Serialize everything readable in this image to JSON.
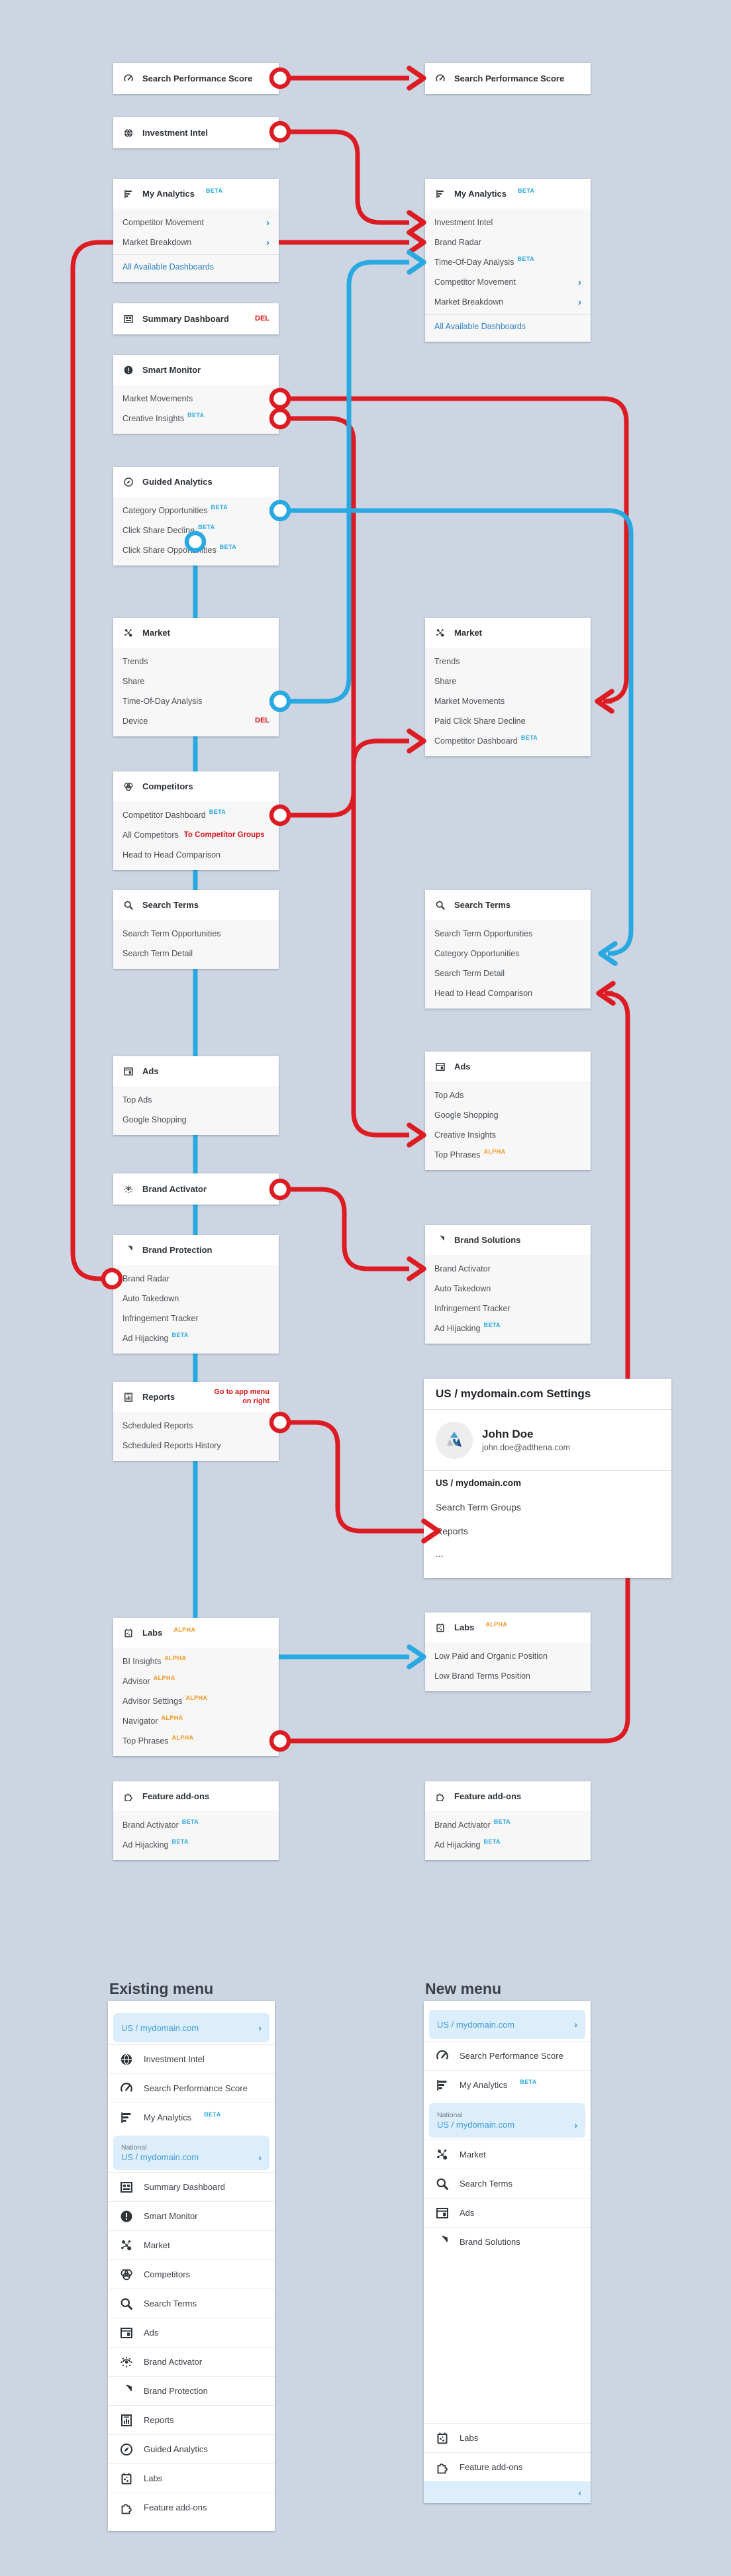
{
  "palette": {
    "background": "#ccd5e1",
    "red": "#dc1c22",
    "blue": "#29a9e1",
    "beta": "#29a9e1",
    "alpha": "#f7941e",
    "link": "#2d7fc1",
    "pill_bg": "#dceefb",
    "pill_text": "#3f9cd6"
  },
  "diagram": {
    "left_boxes": [
      {
        "id": "l-sps",
        "icon": "gauge-icon",
        "title": "Search Performance Score",
        "items": []
      },
      {
        "id": "l-invest",
        "icon": "globe-icon",
        "title": "Investment Intel",
        "items": []
      },
      {
        "id": "l-myanalytics",
        "icon": "bar-chart-icon",
        "title": "My Analytics",
        "title_badge": "BETA",
        "items": [
          {
            "label": "Competitor Movement",
            "chevron": "›"
          },
          {
            "label": "Market Breakdown",
            "chevron": "›"
          },
          {
            "label": "All Available Dashboards",
            "link": true,
            "divider": true
          }
        ]
      },
      {
        "id": "l-summary",
        "icon": "dashboard-icon",
        "title": "Summary Dashboard",
        "note": "DEL",
        "items": []
      },
      {
        "id": "l-smartmonitor",
        "icon": "alert-icon",
        "title": "Smart Monitor",
        "items": [
          {
            "label": "Market Movements"
          },
          {
            "label": "Creative Insights",
            "badge": "BETA"
          }
        ]
      },
      {
        "id": "l-guided",
        "icon": "compass-icon",
        "title": "Guided Analytics",
        "items": [
          {
            "label": "Category Opportunities",
            "badge": "BETA"
          },
          {
            "label": "Click Share Decline",
            "badge": "BETA"
          },
          {
            "label": "Click Share Opportunities",
            "badge": "BETA"
          }
        ]
      },
      {
        "id": "l-market",
        "icon": "network-icon",
        "title": "Market",
        "items": [
          {
            "label": "Trends"
          },
          {
            "label": "Share"
          },
          {
            "label": "Time-Of-Day Analysis"
          },
          {
            "label": "Device",
            "note": "DEL"
          }
        ]
      },
      {
        "id": "l-competitors",
        "icon": "venn-icon",
        "title": "Competitors",
        "items": [
          {
            "label": "Competitor Dashboard",
            "badge": "BETA"
          },
          {
            "label": "All Competitors",
            "inline_note": "To Competitor Groups"
          },
          {
            "label": "Head to Head Comparison"
          }
        ]
      },
      {
        "id": "l-searchterms",
        "icon": "search-icon",
        "title": "Search Terms",
        "items": [
          {
            "label": "Search Term Opportunities"
          },
          {
            "label": "Search Term Detail"
          }
        ]
      },
      {
        "id": "l-ads",
        "icon": "browser-icon",
        "title": "Ads",
        "items": [
          {
            "label": "Top Ads"
          },
          {
            "label": "Google Shopping"
          }
        ]
      },
      {
        "id": "l-brandactivator",
        "icon": "activator-icon",
        "title": "Brand Activator",
        "items": []
      },
      {
        "id": "l-brandprotection",
        "icon": "shield-icon",
        "title": "Brand Protection",
        "items": [
          {
            "label": "Brand Radar"
          },
          {
            "label": "Auto Takedown"
          },
          {
            "label": "Infringement Tracker"
          },
          {
            "label": "Ad Hijacking",
            "badge": "BETA"
          }
        ]
      },
      {
        "id": "l-reports",
        "icon": "report-icon",
        "title": "Reports",
        "note": "Go to app menu on right",
        "items": [
          {
            "label": "Scheduled Reports"
          },
          {
            "label": "Scheduled Reports History"
          }
        ]
      },
      {
        "id": "l-labs",
        "icon": "labs-icon",
        "title": "Labs",
        "title_badge_alpha": "ALPHA",
        "items": [
          {
            "label": "BI Insights",
            "badge_alpha": "ALPHA"
          },
          {
            "label": "Advisor",
            "badge_alpha": "ALPHA"
          },
          {
            "label": "Advisor Settings",
            "badge_alpha": "ALPHA"
          },
          {
            "label": "Navigator",
            "badge_alpha": "ALPHA"
          },
          {
            "label": "Top Phrases",
            "badge_alpha": "ALPHA"
          }
        ]
      },
      {
        "id": "l-featureaddons",
        "icon": "puzzle-icon",
        "title": "Feature add-ons",
        "items": [
          {
            "label": "Brand Activator",
            "badge": "BETA"
          },
          {
            "label": "Ad Hijacking",
            "badge": "BETA"
          }
        ]
      }
    ],
    "right_boxes": [
      {
        "id": "r-sps",
        "icon": "gauge-icon",
        "title": "Search Performance Score",
        "items": []
      },
      {
        "id": "r-myanalytics",
        "icon": "bar-chart-icon",
        "title": "My Analytics",
        "title_badge": "BETA",
        "items": [
          {
            "label": "Investment Intel"
          },
          {
            "label": "Brand Radar"
          },
          {
            "label": "Time-Of-Day Analysis",
            "badge": "BETA"
          },
          {
            "label": "Competitor Movement",
            "chevron": "›"
          },
          {
            "label": "Market Breakdown",
            "chevron": "›"
          },
          {
            "label": "All Available Dashboards",
            "link": true,
            "divider": true
          }
        ]
      },
      {
        "id": "r-market",
        "icon": "network-icon",
        "title": "Market",
        "items": [
          {
            "label": "Trends"
          },
          {
            "label": "Share"
          },
          {
            "label": "Market Movements"
          },
          {
            "label": "Paid Click Share Decline"
          },
          {
            "label": "Competitor Dashboard",
            "badge": "BETA"
          }
        ]
      },
      {
        "id": "r-searchterms",
        "icon": "search-icon",
        "title": "Search Terms",
        "items": [
          {
            "label": "Search Term Opportunities"
          },
          {
            "label": "Category Opportunities"
          },
          {
            "label": "Search Term Detail"
          },
          {
            "label": "Head to Head Comparison"
          }
        ]
      },
      {
        "id": "r-ads",
        "icon": "browser-icon",
        "title": "Ads",
        "items": [
          {
            "label": "Top Ads"
          },
          {
            "label": "Google Shopping"
          },
          {
            "label": "Creative Insights"
          },
          {
            "label": "Top Phrases",
            "badge_alpha": "ALPHA"
          }
        ]
      },
      {
        "id": "r-brandsolutions",
        "icon": "shield-icon",
        "title": "Brand Solutions",
        "items": [
          {
            "label": "Brand Activator"
          },
          {
            "label": "Auto Takedown"
          },
          {
            "label": "Infringement Tracker"
          },
          {
            "label": "Ad Hijacking",
            "badge": "BETA"
          }
        ]
      },
      {
        "id": "r-labs",
        "icon": "labs-icon",
        "title": "Labs",
        "title_badge_alpha": "ALPHA",
        "items": [
          {
            "label": "Low Paid and Organic Position"
          },
          {
            "label": "Low Brand Terms Position"
          }
        ]
      },
      {
        "id": "r-featureaddons",
        "icon": "puzzle-icon",
        "title": "Feature add-ons",
        "items": [
          {
            "label": "Brand Activator",
            "badge": "BETA"
          },
          {
            "label": "Ad Hijacking",
            "badge": "BETA"
          }
        ]
      }
    ],
    "settings_panel": {
      "title": "US / mydomain.com Settings",
      "user_name": "John Doe",
      "user_email": "john.doe@adthena.com",
      "account_label": "US / mydomain.com",
      "items": [
        "Search Term Groups",
        "Reports",
        "..."
      ]
    },
    "connectors": [
      {
        "id": "c1",
        "color": "red",
        "from": "Search Performance Score",
        "to": "Search Performance Score"
      },
      {
        "id": "c2",
        "color": "red",
        "from": "Investment Intel",
        "to": "My Analytics > Investment Intel"
      },
      {
        "id": "c3",
        "color": "red",
        "from": "Brand Protection > Brand Radar",
        "to": "My Analytics > Brand Radar"
      },
      {
        "id": "c4",
        "color": "red",
        "from": "Smart Monitor > Market Movements",
        "to": "Market > Market Movements"
      },
      {
        "id": "c5",
        "color": "red",
        "from": "Smart Monitor > Creative Insights",
        "to": "Ads > Creative Insights"
      },
      {
        "id": "c6",
        "color": "red",
        "from": "Competitors > Competitor Dashboard",
        "to": "Market > Competitor Dashboard"
      },
      {
        "id": "c7",
        "color": "red",
        "from": "Brand Activator",
        "to": "Brand Solutions > Brand Activator"
      },
      {
        "id": "c8",
        "color": "red",
        "from": "Reports",
        "to": "Settings menu > Reports"
      },
      {
        "id": "c9",
        "color": "red",
        "from": "Labs > Top Phrases",
        "to": "Search Terms > Head to Head Comparison"
      },
      {
        "id": "c10",
        "color": "blue",
        "from": "Market > Time-Of-Day Analysis",
        "to": "My Analytics > Time-Of-Day Analysis"
      },
      {
        "id": "c11",
        "color": "blue",
        "from": "Guided Analytics > Category Opportunities",
        "to": "Search Terms > Category Opportunities"
      },
      {
        "id": "c12",
        "color": "blue",
        "from": "Guided Analytics > Click Share Opportunities",
        "to": "Labs > Low Paid and Organic Position"
      }
    ]
  },
  "footer": {
    "existing_menu": {
      "title": "Existing menu",
      "rows": [
        {
          "type": "pill",
          "label": "US / mydomain.com",
          "chevron": "›"
        },
        {
          "type": "item",
          "icon": "globe-icon",
          "label": "Investment Intel"
        },
        {
          "type": "item",
          "icon": "gauge-icon",
          "label": "Search Performance Score"
        },
        {
          "type": "item",
          "icon": "bar-chart-icon",
          "label": "My Analytics",
          "badge": "BETA"
        },
        {
          "type": "pill",
          "sub": "National",
          "label": "US / mydomain.com",
          "chevron": "›"
        },
        {
          "type": "item",
          "icon": "dashboard-icon",
          "label": "Summary Dashboard"
        },
        {
          "type": "item",
          "icon": "alert-icon",
          "label": "Smart Monitor"
        },
        {
          "type": "item",
          "icon": "network-icon",
          "label": "Market"
        },
        {
          "type": "item",
          "icon": "venn-icon",
          "label": "Competitors"
        },
        {
          "type": "item",
          "icon": "search-icon",
          "label": "Search Terms"
        },
        {
          "type": "item",
          "icon": "browser-icon",
          "label": "Ads"
        },
        {
          "type": "item",
          "icon": "activator-icon",
          "label": "Brand Activator"
        },
        {
          "type": "item",
          "icon": "shield-icon",
          "label": "Brand Protection"
        },
        {
          "type": "item",
          "icon": "report-icon",
          "label": "Reports"
        },
        {
          "type": "item",
          "icon": "compass-icon",
          "label": "Guided Analytics"
        },
        {
          "type": "item",
          "icon": "labs-icon",
          "label": "Labs"
        },
        {
          "type": "item",
          "icon": "puzzle-icon",
          "label": "Feature add-ons"
        }
      ]
    },
    "new_menu": {
      "title": "New menu",
      "rows": [
        {
          "type": "pill",
          "label": "US / mydomain.com",
          "chevron": "›"
        },
        {
          "type": "item",
          "icon": "gauge-icon",
          "label": "Search Performance Score"
        },
        {
          "type": "item",
          "icon": "bar-chart-icon",
          "label": "My Analytics",
          "badge": "BETA"
        },
        {
          "type": "pill",
          "sub": "National",
          "label": "US / mydomain.com",
          "chevron": "›"
        },
        {
          "type": "item",
          "icon": "network-icon",
          "label": "Market"
        },
        {
          "type": "item",
          "icon": "search-icon",
          "label": "Search Terms"
        },
        {
          "type": "item",
          "icon": "browser-icon",
          "label": "Ads"
        },
        {
          "type": "item",
          "icon": "shield-icon",
          "label": "Brand Solutions"
        },
        {
          "type": "spacer"
        },
        {
          "type": "item",
          "icon": "labs-icon",
          "label": "Labs"
        },
        {
          "type": "item",
          "icon": "puzzle-icon",
          "label": "Feature add-ons"
        }
      ],
      "collapse_chevron": "‹"
    }
  }
}
